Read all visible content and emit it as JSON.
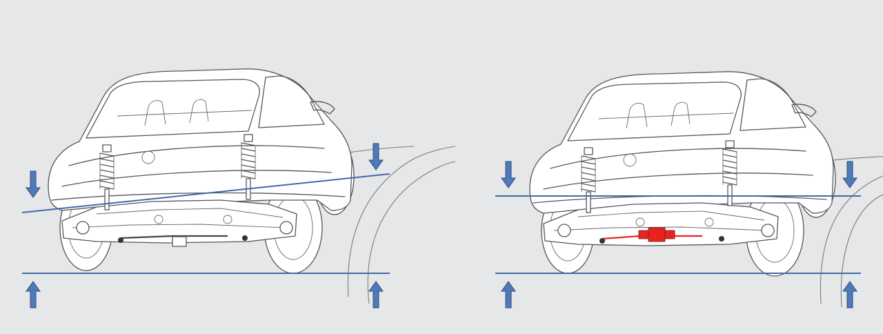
{
  "diagram": {
    "panels": [
      {
        "id": "left",
        "variant": "conventional-stabilizer",
        "chassis_tilted": true,
        "stabilizer_color": "#444444"
      },
      {
        "id": "right",
        "variant": "active-stabilizer",
        "chassis_tilted": false,
        "stabilizer_color": "#e52421"
      }
    ],
    "colors": {
      "background": "#e6e7e8",
      "reference_line": "#3e6aa8",
      "arrow_fill": "#4f79b8",
      "actuator_red": "#e52421",
      "outline": "#555555"
    },
    "icons": [
      "down-arrow-icon",
      "up-arrow-icon",
      "coil-spring-icon",
      "actuator-icon"
    ]
  }
}
